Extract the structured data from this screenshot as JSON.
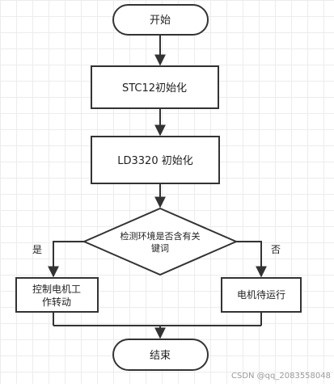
{
  "flowchart": {
    "start": "开始",
    "init_stc": "STC12初始化",
    "init_ld": "LD3320 初始化",
    "decision_line1": "检测环境是否含有关",
    "decision_line2": "键词",
    "yes": "是",
    "no": "否",
    "yes_action_line1": "控制电机工",
    "yes_action_line2": "作转动",
    "no_action": "电机待运行",
    "end": "结束"
  },
  "watermark": "CSDN @qq_2083558048",
  "colors": {
    "stroke": "#333333",
    "fill": "#ffffff",
    "text": "#222222"
  }
}
